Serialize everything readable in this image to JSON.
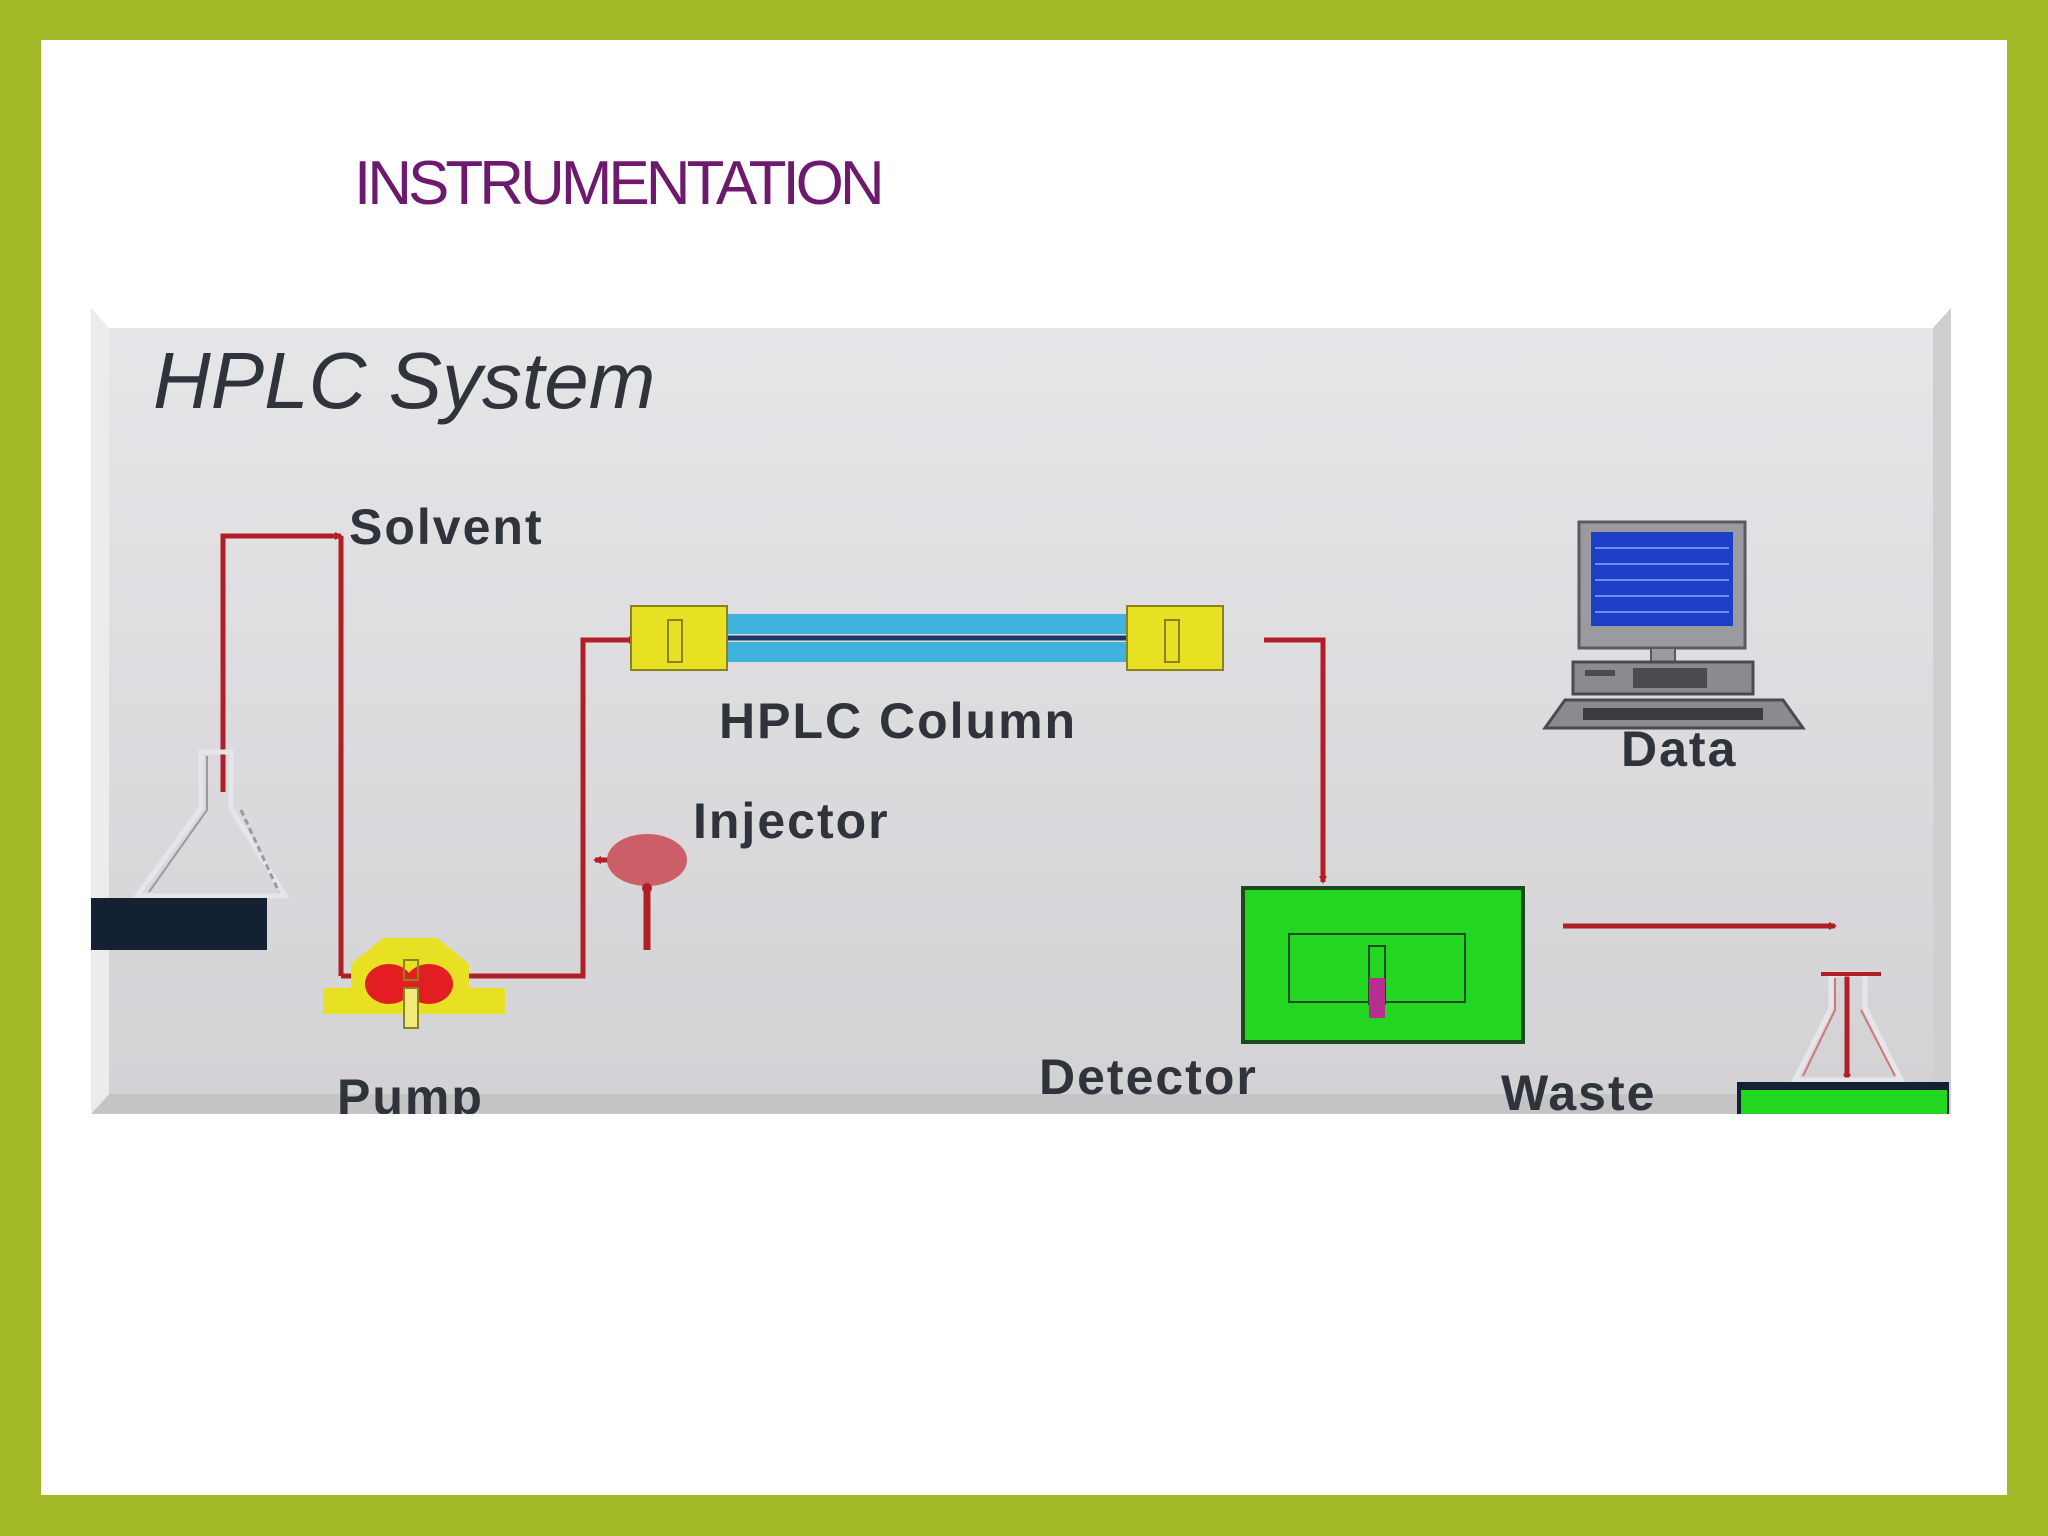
{
  "slide": {
    "title": "INSTRUMENTATION"
  },
  "diagram": {
    "heading": "HPLC System",
    "labels": {
      "solvent": "Solvent",
      "column": "HPLC Column",
      "injector": "Injector",
      "pump": "Pump",
      "detector": "Detector",
      "waste": "Waste",
      "data": "Data"
    }
  },
  "colors": {
    "frame": "#a3b826",
    "title": "#6d1a6e",
    "panel": "#d8d7d9",
    "tubing": "#b11e26",
    "column_tube": "#3fb3dd",
    "pump_body": "#e8e022",
    "detector_body": "#22d622"
  }
}
